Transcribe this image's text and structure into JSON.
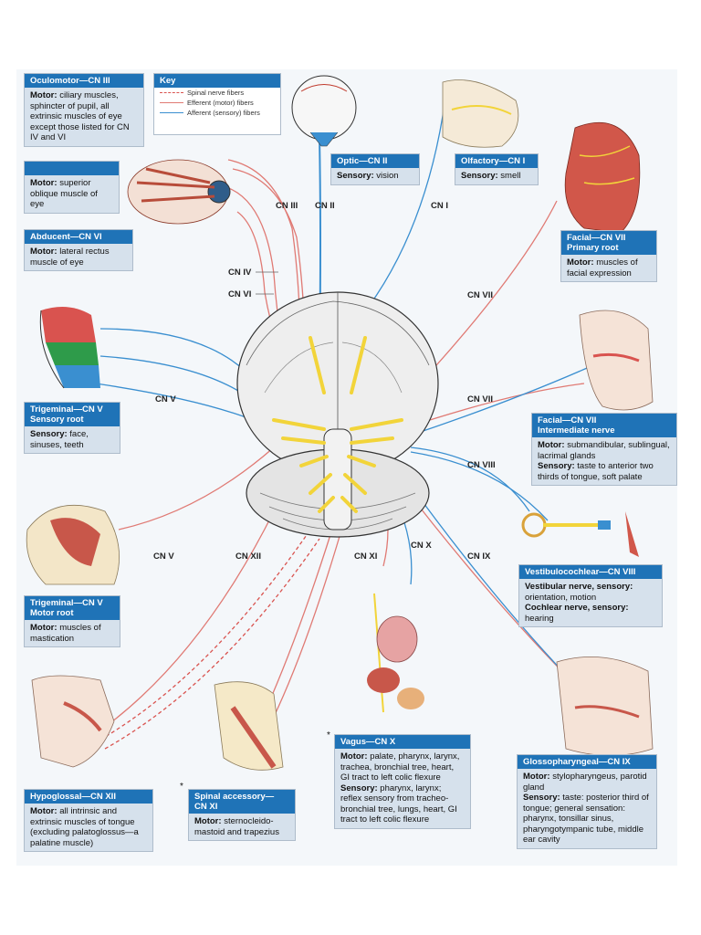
{
  "key": {
    "title": "Key",
    "items": [
      {
        "label": "Spinal nerve fibers",
        "color": "#d9534f",
        "style": "dashed"
      },
      {
        "label": "Efferent (motor) fibers",
        "color": "#e07a74",
        "style": "solid"
      },
      {
        "label": "Afferent (sensory) fibers",
        "color": "#3a8fd0",
        "style": "solid"
      }
    ]
  },
  "colors": {
    "header": "#1f73b7",
    "box": "#d6e1ec",
    "motor": "#e07a74",
    "sensory": "#3a8fd0",
    "nerve": "#f2d43a"
  },
  "boxes": {
    "cn3": {
      "title": "Oculomotor—CN III",
      "l1": "Motor:",
      "t1": "ciliary muscles, sphincter of pupil, all extrinsic muscles of eye except those listed for CN IV and VI"
    },
    "cn4": {
      "title": "",
      "l1": "Motor:",
      "t1": "superior oblique muscle of eye"
    },
    "cn6": {
      "title": "Abducent—CN VI",
      "l1": "Motor:",
      "t1": "lateral rectus muscle of eye"
    },
    "cn5s": {
      "title": "Trigeminal—CN V",
      "title2": "Sensory root",
      "l1": "Sensory:",
      "t1": "face, sinuses, teeth"
    },
    "cn5m": {
      "title": "Trigeminal—CN V",
      "title2": "Motor root",
      "l1": "Motor:",
      "t1": "muscles of mastication"
    },
    "cn12": {
      "title": "Hypoglossal—CN XII",
      "l1": "Motor:",
      "t1": "all intrinsic and extrinsic muscles of tongue (excluding palatoglossus—a palatine muscle)"
    },
    "cn11": {
      "title": "Spinal accessory—",
      "title2": "CN XI",
      "l1": "Motor:",
      "t1": "sternocleido-mastoid and trapezius"
    },
    "cn10": {
      "title": "Vagus—CN X",
      "l1": "Motor:",
      "t1": "palate, pharynx, larynx, trachea, bronchial tree, heart, GI tract to left colic flexure",
      "l2": "Sensory:",
      "t2": "pharynx, larynx; reflex sensory from tracheo-bronchial tree, lungs, heart, GI tract to left colic flexure"
    },
    "cn2": {
      "title": "Optic—CN II",
      "l1": "Sensory:",
      "t1": "vision"
    },
    "cn1": {
      "title": "Olfactory—CN I",
      "l1": "Sensory:",
      "t1": "smell"
    },
    "cn7p": {
      "title": "Facial—CN VII",
      "title2": "Primary root",
      "l1": "Motor:",
      "t1": "muscles of facial expression"
    },
    "cn7i": {
      "title": "Facial—CN VII",
      "title2": "Intermediate nerve",
      "l1": "Motor:",
      "t1": "submandibular, sublingual, lacrimal glands",
      "l2": "Sensory:",
      "t2": "taste to anterior two thirds of tongue, soft palate"
    },
    "cn8": {
      "title": "Vestibulocochlear—CN VIII",
      "l1": "Vestibular nerve, sensory:",
      "t1": "orientation, motion",
      "l2": "Cochlear nerve, sensory:",
      "t2": "hearing"
    },
    "cn9": {
      "title": "Glossopharyngeal—CN IX",
      "l1": "Motor:",
      "t1": "stylopharyngeus, parotid gland",
      "l2": "Sensory:",
      "t2": "taste: posterior third of tongue; general sensation: pharynx, tonsillar sinus, pharyngotympanic tube, middle ear cavity"
    }
  },
  "labels": {
    "cn3": "CN III",
    "cn2": "CN II",
    "cn1": "CN I",
    "cn4": "CN IV",
    "cn6": "CN VI",
    "cn7a": "CN VII",
    "cn5a": "CN V",
    "cn7b": "CN VII",
    "cn8": "CN VIII",
    "cn5b": "CN V",
    "cn12": "CN XII",
    "cn11": "CN XI",
    "cn10": "CN X",
    "cn9": "CN IX"
  },
  "footnote_mark": "*"
}
